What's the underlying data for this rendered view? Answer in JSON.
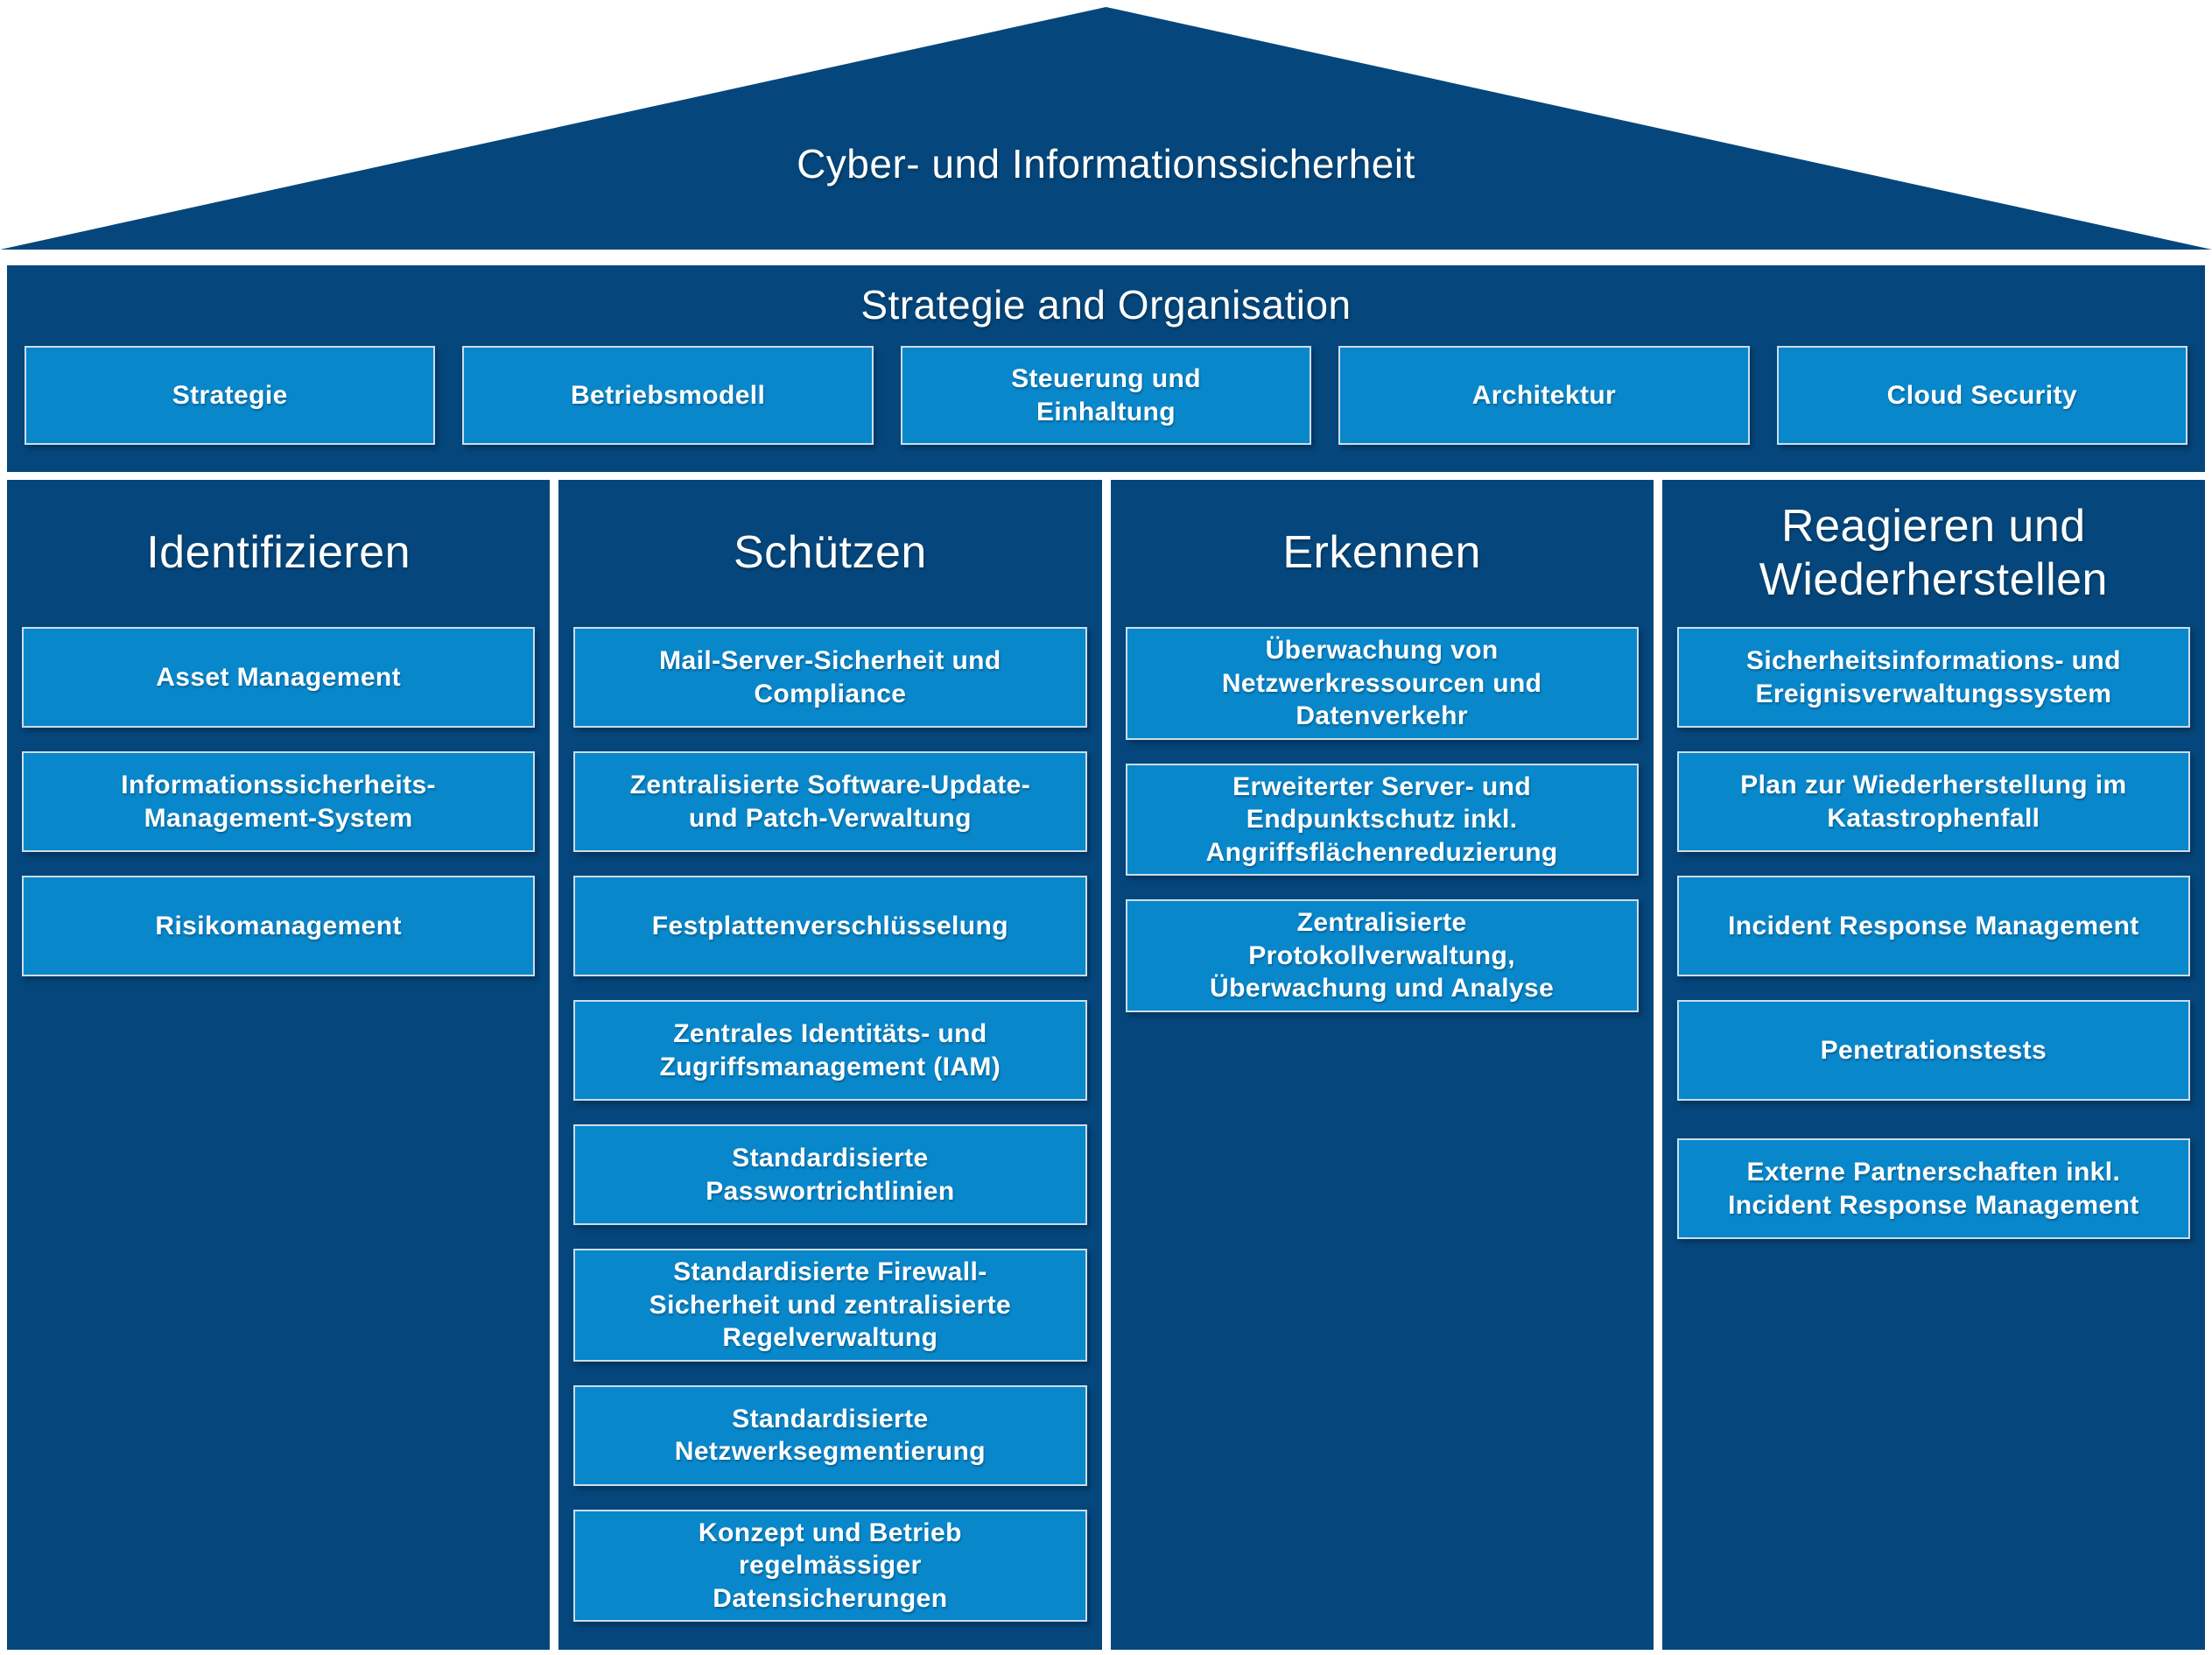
{
  "colors": {
    "background": "#FFFFFF",
    "panel_navy": "#05477C",
    "box_blue": "#0987CB",
    "box_border": "#CCDDEA",
    "text": "#FFFFFF"
  },
  "roof": {
    "title": "Cyber- und Informationssicherheit"
  },
  "strategy_band": {
    "title": "Strategie and Organisation",
    "boxes": [
      {
        "label": "Strategie"
      },
      {
        "label": "Betriebsmodell"
      },
      {
        "label": "Steuerung und\nEinhaltung"
      },
      {
        "label": "Architektur"
      },
      {
        "label": "Cloud Security"
      }
    ]
  },
  "columns": [
    {
      "title": "Identifizieren",
      "boxes": [
        {
          "label": "Asset Management"
        },
        {
          "label": "Informationssicherheits-\nManagement-System"
        },
        {
          "label": "Risikomanagement"
        }
      ]
    },
    {
      "title": "Schützen",
      "boxes": [
        {
          "label": "Mail-Server-Sicherheit und\nCompliance"
        },
        {
          "label": "Zentralisierte Software-Update-\nund Patch-Verwaltung"
        },
        {
          "label": "Festplattenverschlüsselung"
        },
        {
          "label": "Zentrales Identitäts- und\nZugriffsmanagement (IAM)"
        },
        {
          "label": "Standardisierte\nPasswortrichtlinien"
        },
        {
          "label": "Standardisierte Firewall-\nSicherheit und zentralisierte\nRegelverwaltung"
        },
        {
          "label": "Standardisierte\nNetzwerksegmentierung"
        },
        {
          "label": "Konzept und Betrieb\nregelmässiger\nDatensicherungen"
        }
      ]
    },
    {
      "title": "Erkennen",
      "boxes": [
        {
          "label": "Überwachung von\nNetzwerkressourcen und\nDatenverkehr"
        },
        {
          "label": "Erweiterter Server- und\nEndpunktschutz inkl.\nAngriffsflächenreduzierung"
        },
        {
          "label": "Zentralisierte\nProtokollverwaltung,\nÜberwachung und Analyse"
        }
      ]
    },
    {
      "title": "Reagieren und\nWiederherstellen",
      "boxes": [
        {
          "label": "Sicherheitsinformations- und\nEreignisverwaltungssystem"
        },
        {
          "label": "Plan zur Wiederherstellung im\nKatastrophenfall"
        },
        {
          "label": "Incident Response Management"
        },
        {
          "label": "Penetrationstests"
        },
        {
          "label": "Externe Partnerschaften inkl.\nIncident Response Management"
        }
      ]
    }
  ]
}
